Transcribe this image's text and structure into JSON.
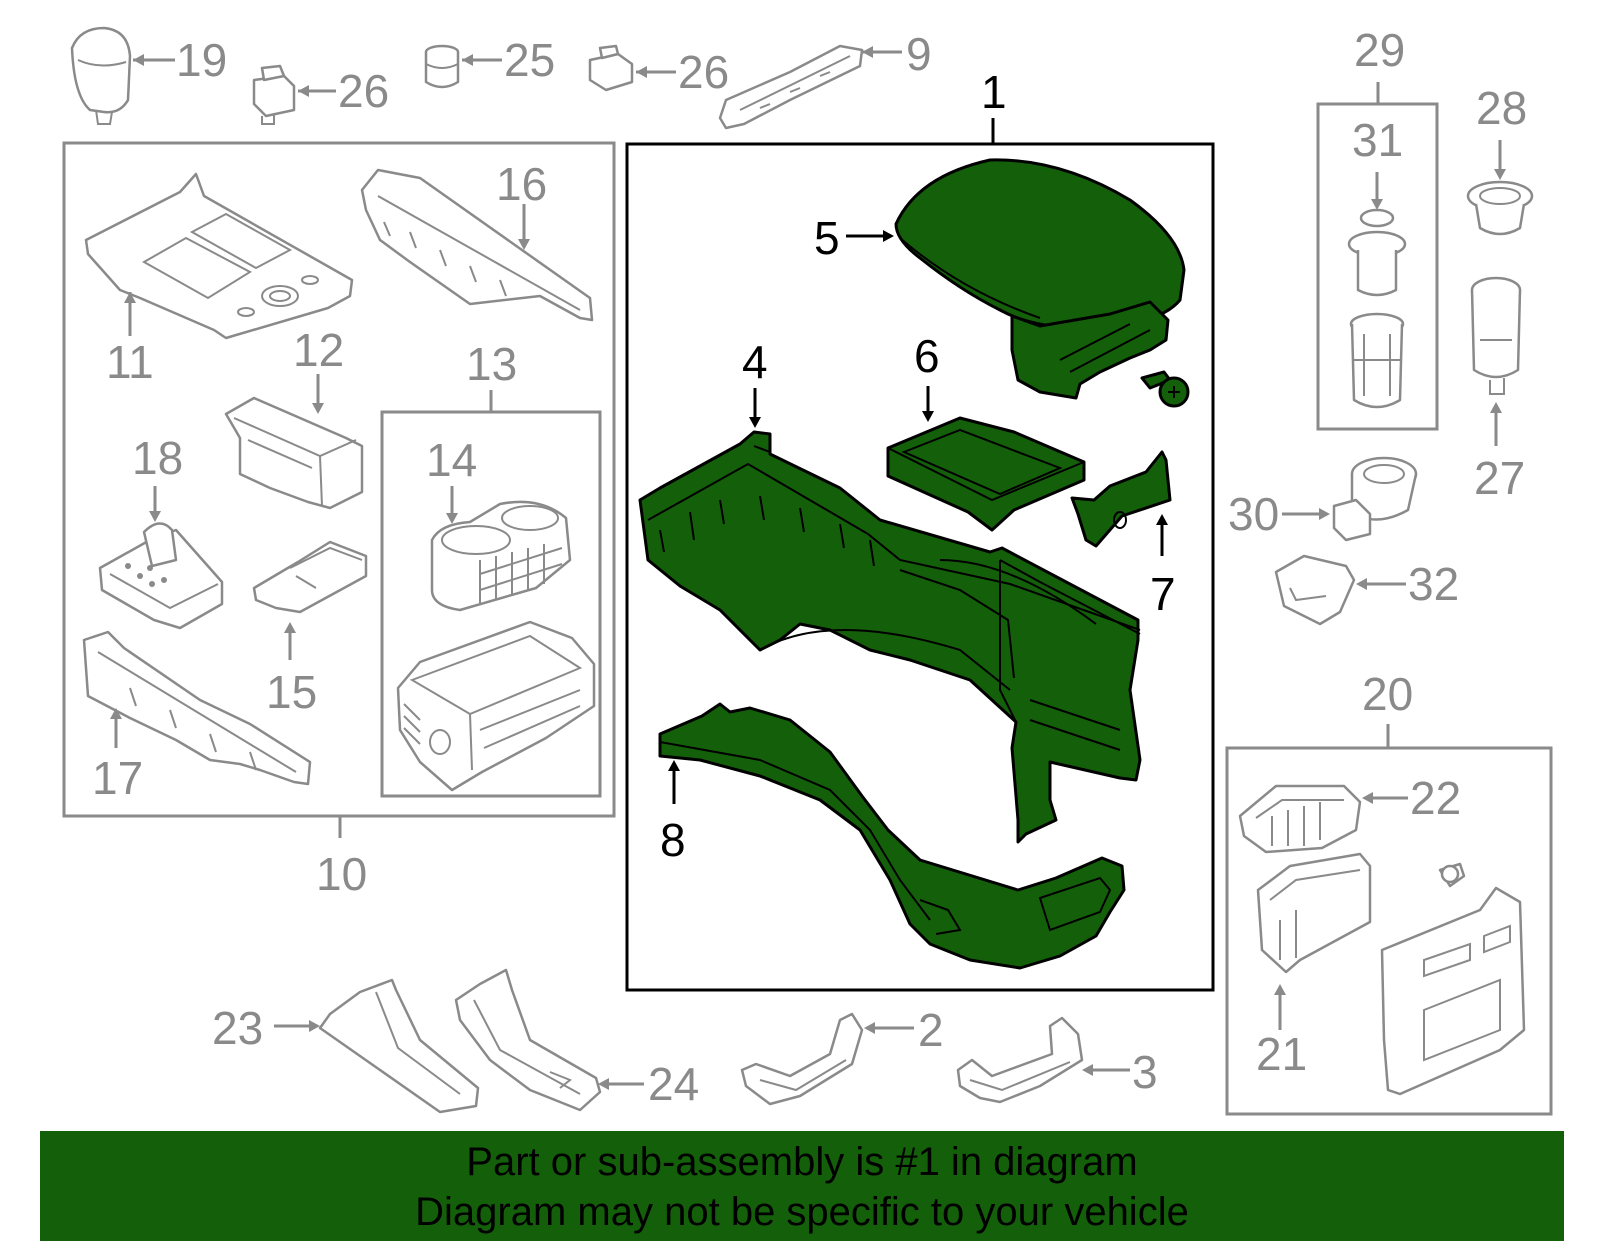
{
  "colors": {
    "main_part": "#14600a",
    "banner_bg": "#14600a",
    "secondary_lines": "#8a8a8a",
    "primary_lines": "#000000"
  },
  "callouts": {
    "c1": "1",
    "c2": "2",
    "c3": "3",
    "c4": "4",
    "c5": "5",
    "c6": "6",
    "c7": "7",
    "c8": "8",
    "c9": "9",
    "c10": "10",
    "c11": "11",
    "c12": "12",
    "c13": "13",
    "c14": "14",
    "c15": "15",
    "c16": "16",
    "c17": "17",
    "c18": "18",
    "c19": "19",
    "c20": "20",
    "c21": "21",
    "c22": "22",
    "c23": "23",
    "c24": "24",
    "c25": "25",
    "c26a": "26",
    "c26b": "26",
    "c27": "27",
    "c28": "28",
    "c29": "29",
    "c30": "30",
    "c31": "31",
    "c32": "32"
  },
  "banner": {
    "line1": "Part or sub-assembly is #1 in diagram",
    "line2": "Diagram may not be specific to your vehicle"
  }
}
